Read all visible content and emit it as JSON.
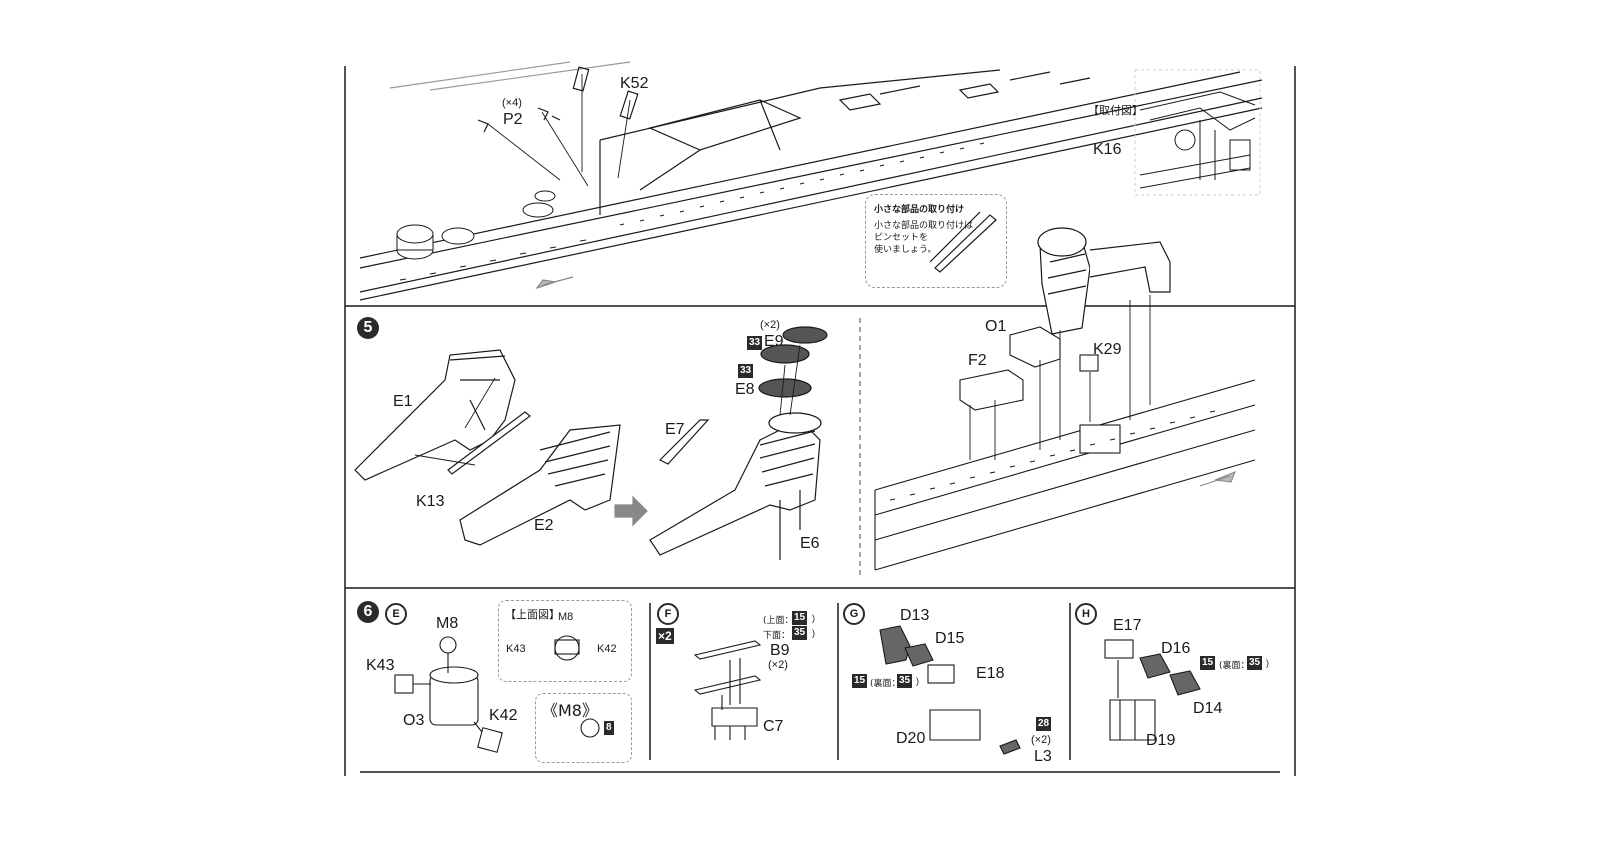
{
  "labels": {
    "k52": "K52",
    "x4": "(×4)",
    "p2": "P2",
    "attach_view": "【取付図】",
    "k16": "K16",
    "tip_title": "小さな部品の取り付け",
    "tip_body_1": "小さな部品の取り付けは",
    "tip_body_2": "ピンセットを",
    "tip_body_3": "使いましょう。",
    "step5": "5",
    "e1": "E1",
    "k13": "K13",
    "e2": "E2",
    "x2_e9": "(×2)",
    "c33_a": "33",
    "e9": "E9",
    "c33_b": "33",
    "e8": "E8",
    "e7": "E7",
    "e6": "E6",
    "o1": "O1",
    "k29": "K29",
    "f2": "F2",
    "step6": "6",
    "sub_e": "E",
    "m8": "M8",
    "k43": "K43",
    "o3": "O3",
    "k42": "K42",
    "top_view": "【上面図】",
    "m8_top": "M8",
    "k43_top": "K43",
    "k42_top": "K42",
    "m8_paren": "《M8》",
    "c8": "8",
    "sub_f": "F",
    "x2_f": "×2",
    "top_surface": "(上面：",
    "c15_f": "15",
    "lower_surface": "下面：",
    "c35_f": "35",
    "close_paren_f1": ")",
    "close_paren_f2": ")",
    "b9": "B9",
    "x2_b9": "(×2)",
    "c7": "C7",
    "sub_g": "G",
    "d13": "D13",
    "d15": "D15",
    "c15_g": "15",
    "back_g": "(裏面：",
    "c35_g": "35",
    "close_g": ")",
    "e18": "E18",
    "d20": "D20",
    "c28": "28",
    "x2_l3": "(×2)",
    "l3": "L3",
    "sub_h": "H",
    "e17": "E17",
    "d16": "D16",
    "c15_h": "15",
    "back_h": "(裏面：",
    "c35_h": "35",
    "close_h": ")",
    "d14": "D14",
    "d19": "D19"
  },
  "colors": {
    "ink": "#1a1a1a",
    "dash": "#999999",
    "chip": "#2a2a2a",
    "paper": "#ffffff"
  }
}
